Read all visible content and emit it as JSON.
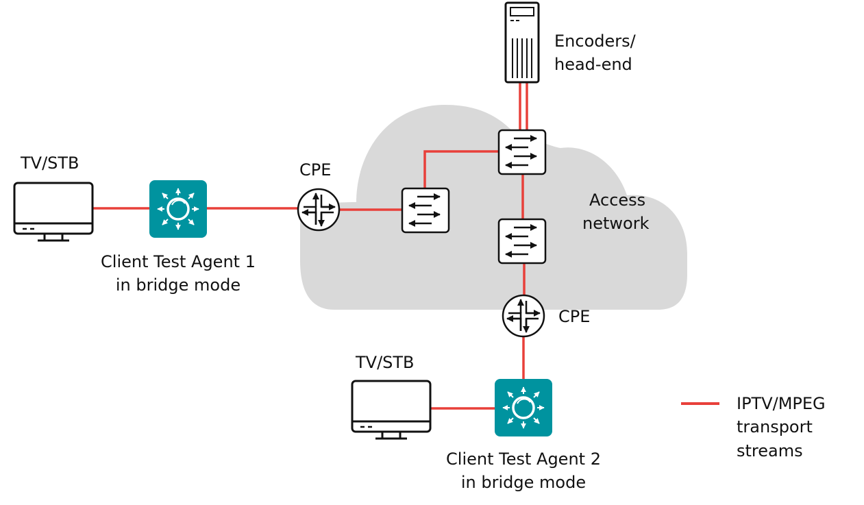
{
  "colors": {
    "link": "#e8403a",
    "cloud": "#d9d9d9",
    "agent": "#00939f",
    "stroke": "#111111",
    "text": "#111111"
  },
  "nodes": {
    "encoder": {
      "label_line1": "Encoders/",
      "label_line2": "head-end",
      "icon": "server-icon"
    },
    "cloud": {
      "label_line1": "Access",
      "label_line2": "network"
    },
    "cpe_left": {
      "label": "CPE",
      "icon": "router-icon"
    },
    "cpe_bottom": {
      "label": "CPE",
      "icon": "router-icon"
    },
    "tv_left": {
      "label": "TV/STB",
      "icon": "monitor-icon"
    },
    "tv_bottom": {
      "label": "TV/STB",
      "icon": "monitor-icon"
    },
    "agent1": {
      "label_line1": "Client Test Agent 1",
      "label_line2": "in bridge mode",
      "icon": "test-agent-icon"
    },
    "agent2": {
      "label_line1": "Client Test Agent 2",
      "label_line2": "in bridge mode",
      "icon": "test-agent-icon"
    },
    "switch_top": {
      "icon": "switch-icon"
    },
    "switch_mid_left": {
      "icon": "switch-icon"
    },
    "switch_mid_right": {
      "icon": "switch-icon"
    }
  },
  "legend": {
    "line1": "IPTV/MPEG",
    "line2": "transport",
    "line3": "streams"
  }
}
